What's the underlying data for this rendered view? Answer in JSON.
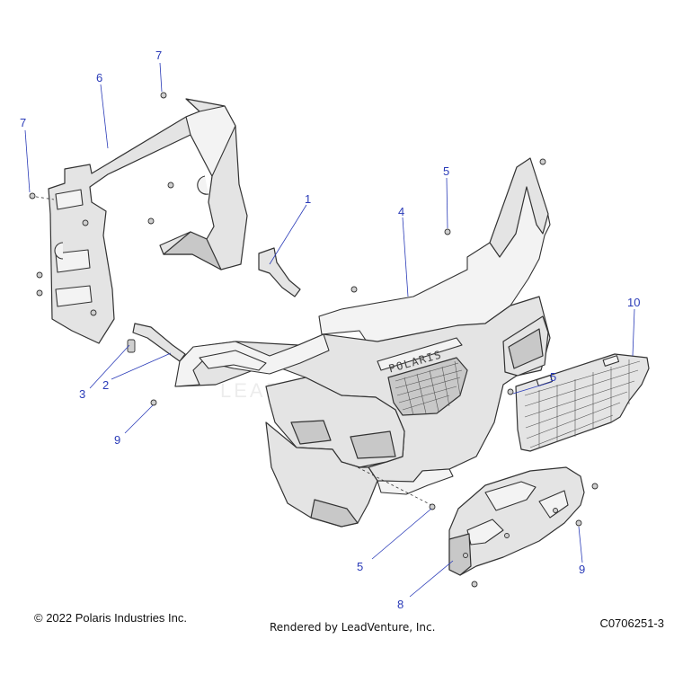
{
  "diagram": {
    "callouts": [
      {
        "id": "6",
        "label": "6"
      },
      {
        "id": "7a",
        "label": "7"
      },
      {
        "id": "7b",
        "label": "7"
      },
      {
        "id": "1",
        "label": "1"
      },
      {
        "id": "4",
        "label": "4"
      },
      {
        "id": "5a",
        "label": "5"
      },
      {
        "id": "5b",
        "label": "5"
      },
      {
        "id": "5c",
        "label": "5"
      },
      {
        "id": "10",
        "label": "10"
      },
      {
        "id": "3",
        "label": "3"
      },
      {
        "id": "2",
        "label": "2"
      },
      {
        "id": "9a",
        "label": "9"
      },
      {
        "id": "9b",
        "label": "9"
      },
      {
        "id": "8",
        "label": "8"
      }
    ],
    "watermark": "LEADVENTURE",
    "bumper_lettering": "POLARIS"
  },
  "footer": {
    "copyright": "© 2022 Polaris Industries Inc.",
    "rendered_by": "Rendered by LeadVenture, Inc.",
    "diagram_code": "C0706251-3"
  }
}
